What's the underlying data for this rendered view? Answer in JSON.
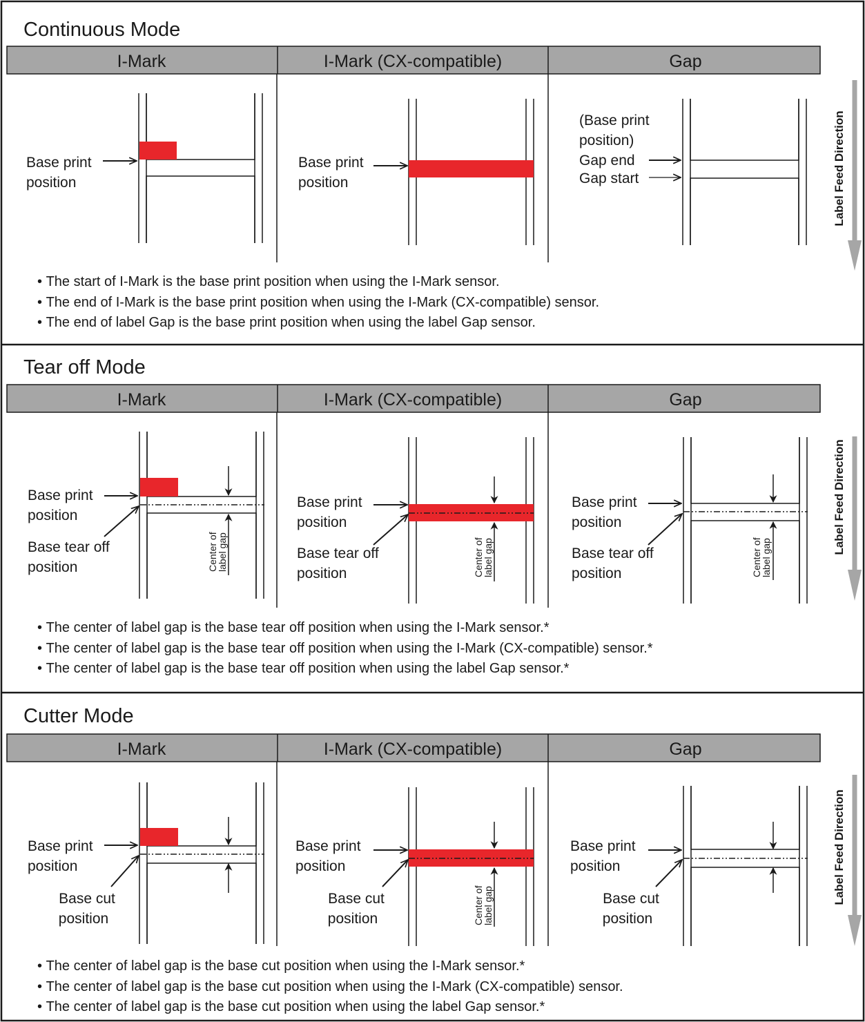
{
  "feed_direction_label": "Label Feed Direction",
  "column_headers": [
    "I-Mark",
    "I-Mark (CX-compatible)",
    "Gap"
  ],
  "colors": {
    "mark": "#e8262b",
    "header_bg": "#a6a6a6",
    "arrow": "#a6a6a6",
    "line": "#1a1a1a"
  },
  "sections": [
    {
      "title": "Continuous Mode",
      "labels": {
        "imark_print_1": "Base print",
        "imark_print_2": "position",
        "cx_print_1": "Base print",
        "cx_print_2": "position",
        "gap_paren_1": "(Base print",
        "gap_paren_2": "position)",
        "gap_end": "Gap end",
        "gap_start": "Gap start"
      },
      "notes": [
        "The start of I-Mark is the base print position when using the I-Mark sensor.",
        "The end of I-Mark is the base print position when using the I-Mark (CX-compatible) sensor.",
        "The end of label Gap is the base print position when using the label Gap sensor."
      ]
    },
    {
      "title": "Tear off Mode",
      "labels": {
        "print_1": "Base print",
        "print_2": "position",
        "pos_1": "Base tear off",
        "pos_2": "position",
        "center_1": "Center of",
        "center_2": "label gap"
      },
      "notes": [
        "The center of label gap is the base tear off position when using the I-Mark sensor.*",
        "The center of label gap is the base tear off position when using the I-Mark (CX-compatible) sensor.*",
        "The center of label gap is the base tear off position when using the label Gap sensor.*"
      ]
    },
    {
      "title": "Cutter Mode",
      "labels": {
        "print_1": "Base print",
        "print_2": "position",
        "pos_1": "Base cut",
        "pos_2": "position",
        "center_1": "Center of",
        "center_2": "label gap"
      },
      "notes": [
        "The center of label gap is the base cut position when using the I-Mark sensor.*",
        "The center of label gap is the base cut position when using the I-Mark (CX-compatible) sensor.",
        "The center of label gap is the base cut position when using the label Gap sensor.*"
      ]
    }
  ]
}
